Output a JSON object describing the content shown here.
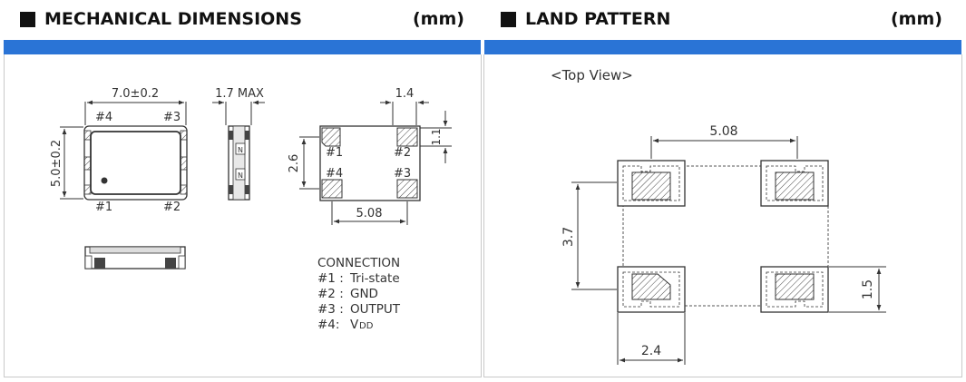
{
  "left_section": {
    "title": "MECHANICAL DIMENSIONS",
    "unit": "(mm)",
    "dims": {
      "width": "7.0±0.2",
      "height": "5.0±0.2",
      "thickness": "1.7 MAX",
      "pad_width": "1.4",
      "pad_height": "1.1",
      "pad_pitch_v": "2.6",
      "pad_pitch_h": "5.08"
    },
    "pins_top": [
      "#1",
      "#2",
      "#3",
      "#4"
    ],
    "side_marks": [
      "N",
      "N"
    ],
    "connection": {
      "heading": "CONNECTION",
      "rows": [
        {
          "pin": "#1 :",
          "func": "Tri-state"
        },
        {
          "pin": "#2 :",
          "func": "GND"
        },
        {
          "pin": "#3 :",
          "func": "OUTPUT"
        },
        {
          "pin": "#4:",
          "func_main": "V",
          "func_sub": "DD"
        }
      ]
    }
  },
  "right_section": {
    "title": "LAND PATTERN",
    "unit": "(mm)",
    "view_label": "<Top View>",
    "dims": {
      "pitch_h": "5.08",
      "pitch_v": "3.7",
      "pad_height": "1.5",
      "pad_width": "2.4"
    }
  },
  "colors": {
    "bar": "#2a74d6",
    "line": "#333333"
  }
}
